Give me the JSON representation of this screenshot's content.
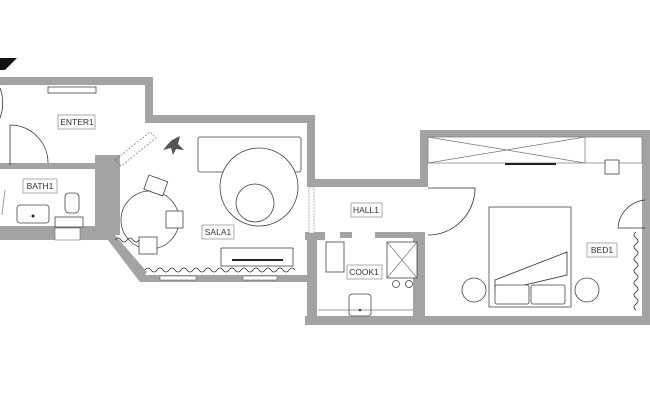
{
  "rooms": {
    "enter": "ENTER1",
    "bath": "BATH1",
    "sala": "SALA1",
    "hall": "HALL1",
    "cook": "COOK1",
    "bed": "BED1"
  },
  "colors": {
    "wall": "#a3a3a3",
    "line": "#333333",
    "background": "#ffffff"
  }
}
